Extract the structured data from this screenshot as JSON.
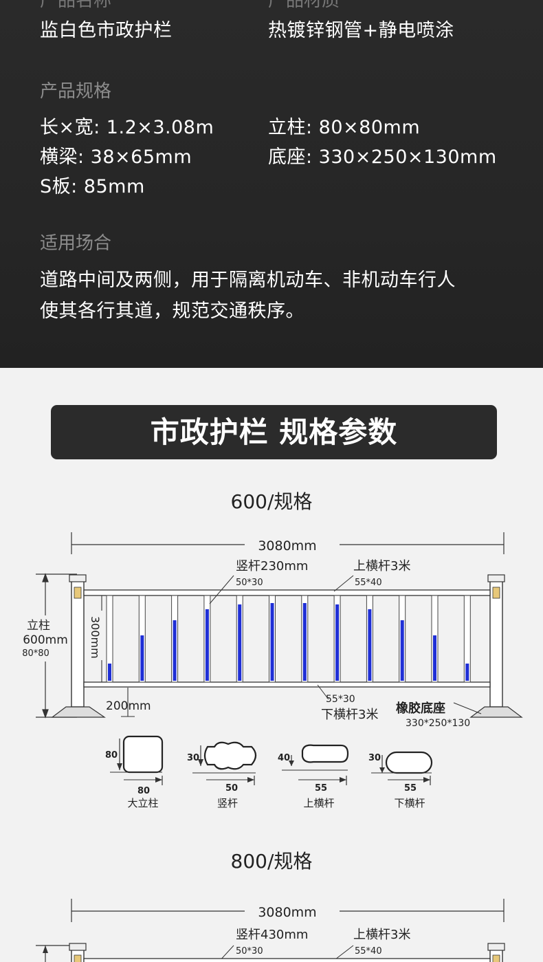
{
  "top_section": {
    "cut_labels": [
      "产品名称",
      "产品材质"
    ],
    "name": "监白色市政护栏",
    "material": "热镀锌钢管+静电喷涂",
    "spec_heading": "产品规格",
    "specs": {
      "size": "长×宽: 1.2×3.08m",
      "post": "立柱: 80×80mm",
      "beam": "横梁: 38×65mm",
      "base": "底座: 330×250×130mm",
      "s_plate": "S板: 85mm"
    },
    "usage_heading": "适用场合",
    "usage_line1": "道路中间及两侧，用于隔离机动车、非机动车行人",
    "usage_line2": "使其各行其道，规范交通秩序。"
  },
  "banner": {
    "title": "市政护栏 规格参数"
  },
  "spec_600": {
    "title": "600/规格",
    "width": "3080mm",
    "baluster": "竖杆230mm",
    "baluster_size": "50*30",
    "top_rail": "上横杆3米",
    "top_rail_size": "55*40",
    "post_label": "立柱",
    "post_height": "600mm",
    "post_size": "80*80",
    "inner_height": "300mm",
    "bottom_gap": "200mm",
    "bottom_rail_size": "55*30",
    "bottom_rail": "下横杆3米",
    "base_label": "橡胶底座",
    "base_size": "330*250*130"
  },
  "sections": [
    {
      "name": "大立柱",
      "h": "80",
      "w": "80"
    },
    {
      "name": "竖杆",
      "h": "30",
      "w": "50"
    },
    {
      "name": "上横杆",
      "h": "40",
      "w": "55"
    },
    {
      "name": "下横杆",
      "h": "30",
      "w": "55"
    }
  ],
  "spec_800": {
    "title": "800/规格",
    "width": "3080mm",
    "baluster": "竖杆430mm",
    "baluster_size": "50*30",
    "top_rail": "上横杆3米",
    "top_rail_size": "55*40"
  },
  "colors": {
    "accent_blue": "#1f2fd6",
    "dark_bg": "#262626",
    "banner_bg": "#2b2b2b"
  },
  "baluster_fill_levels": [
    0.22,
    0.58,
    0.78,
    0.92,
    0.98,
    1.0,
    1.0,
    0.98,
    0.92,
    0.78,
    0.58,
    0.22
  ]
}
